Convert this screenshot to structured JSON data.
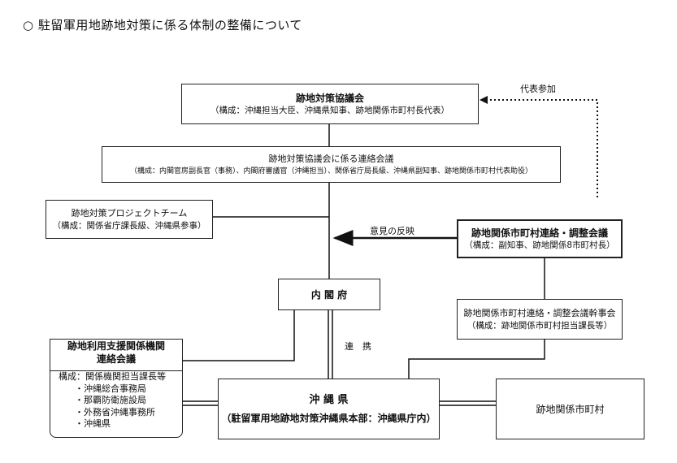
{
  "title": "○ 駐留軍用地跡地対策に係る体制の整備について",
  "council": {
    "name": "跡地対策協議会",
    "members": "（構成：沖縄担当大臣、沖縄県知事、跡地関係市町村長代表）"
  },
  "liaison": {
    "name": "跡地対策協議会に係る連絡会議",
    "members": "（構成：内閣官房副長官（事務）、内閣府審議官（沖縄担当）、関係省庁局長級、沖縄県副知事、跡地関係市町村代表助役）"
  },
  "project_team": {
    "name": "跡地対策プロジェクトチーム",
    "members": "（構成：関係省庁課長級、沖縄県参事）"
  },
  "municipal_council": {
    "name": "跡地関係市町村連絡・調整会議",
    "members": "（構成：副知事、跡地関係8市町村長）"
  },
  "cabinet_office": {
    "name": "内 閣 府"
  },
  "municipal_exec": {
    "name": "跡地関係市町村連絡・調整会議幹事会",
    "members": "（構成：跡地関係市町村担当課長等）"
  },
  "support": {
    "name_line1": "跡地利用支援関係機関",
    "name_line2": "連絡会議",
    "members_heading": "構成：関係機関担当課長等",
    "members": [
      "・沖縄総合事務局",
      "・那覇防衛施設局",
      "・外務省沖縄事務所",
      "・沖縄県"
    ]
  },
  "okinawa": {
    "name": "沖 縄 県",
    "subtitle": "（駐留軍用地跡地対策沖縄県本部：沖縄県庁内）"
  },
  "municipalities": {
    "name": "跡地関係市町村"
  },
  "labels": {
    "representative": "代表参加",
    "feedback": "意見の反映",
    "cooperation": "連　携"
  }
}
